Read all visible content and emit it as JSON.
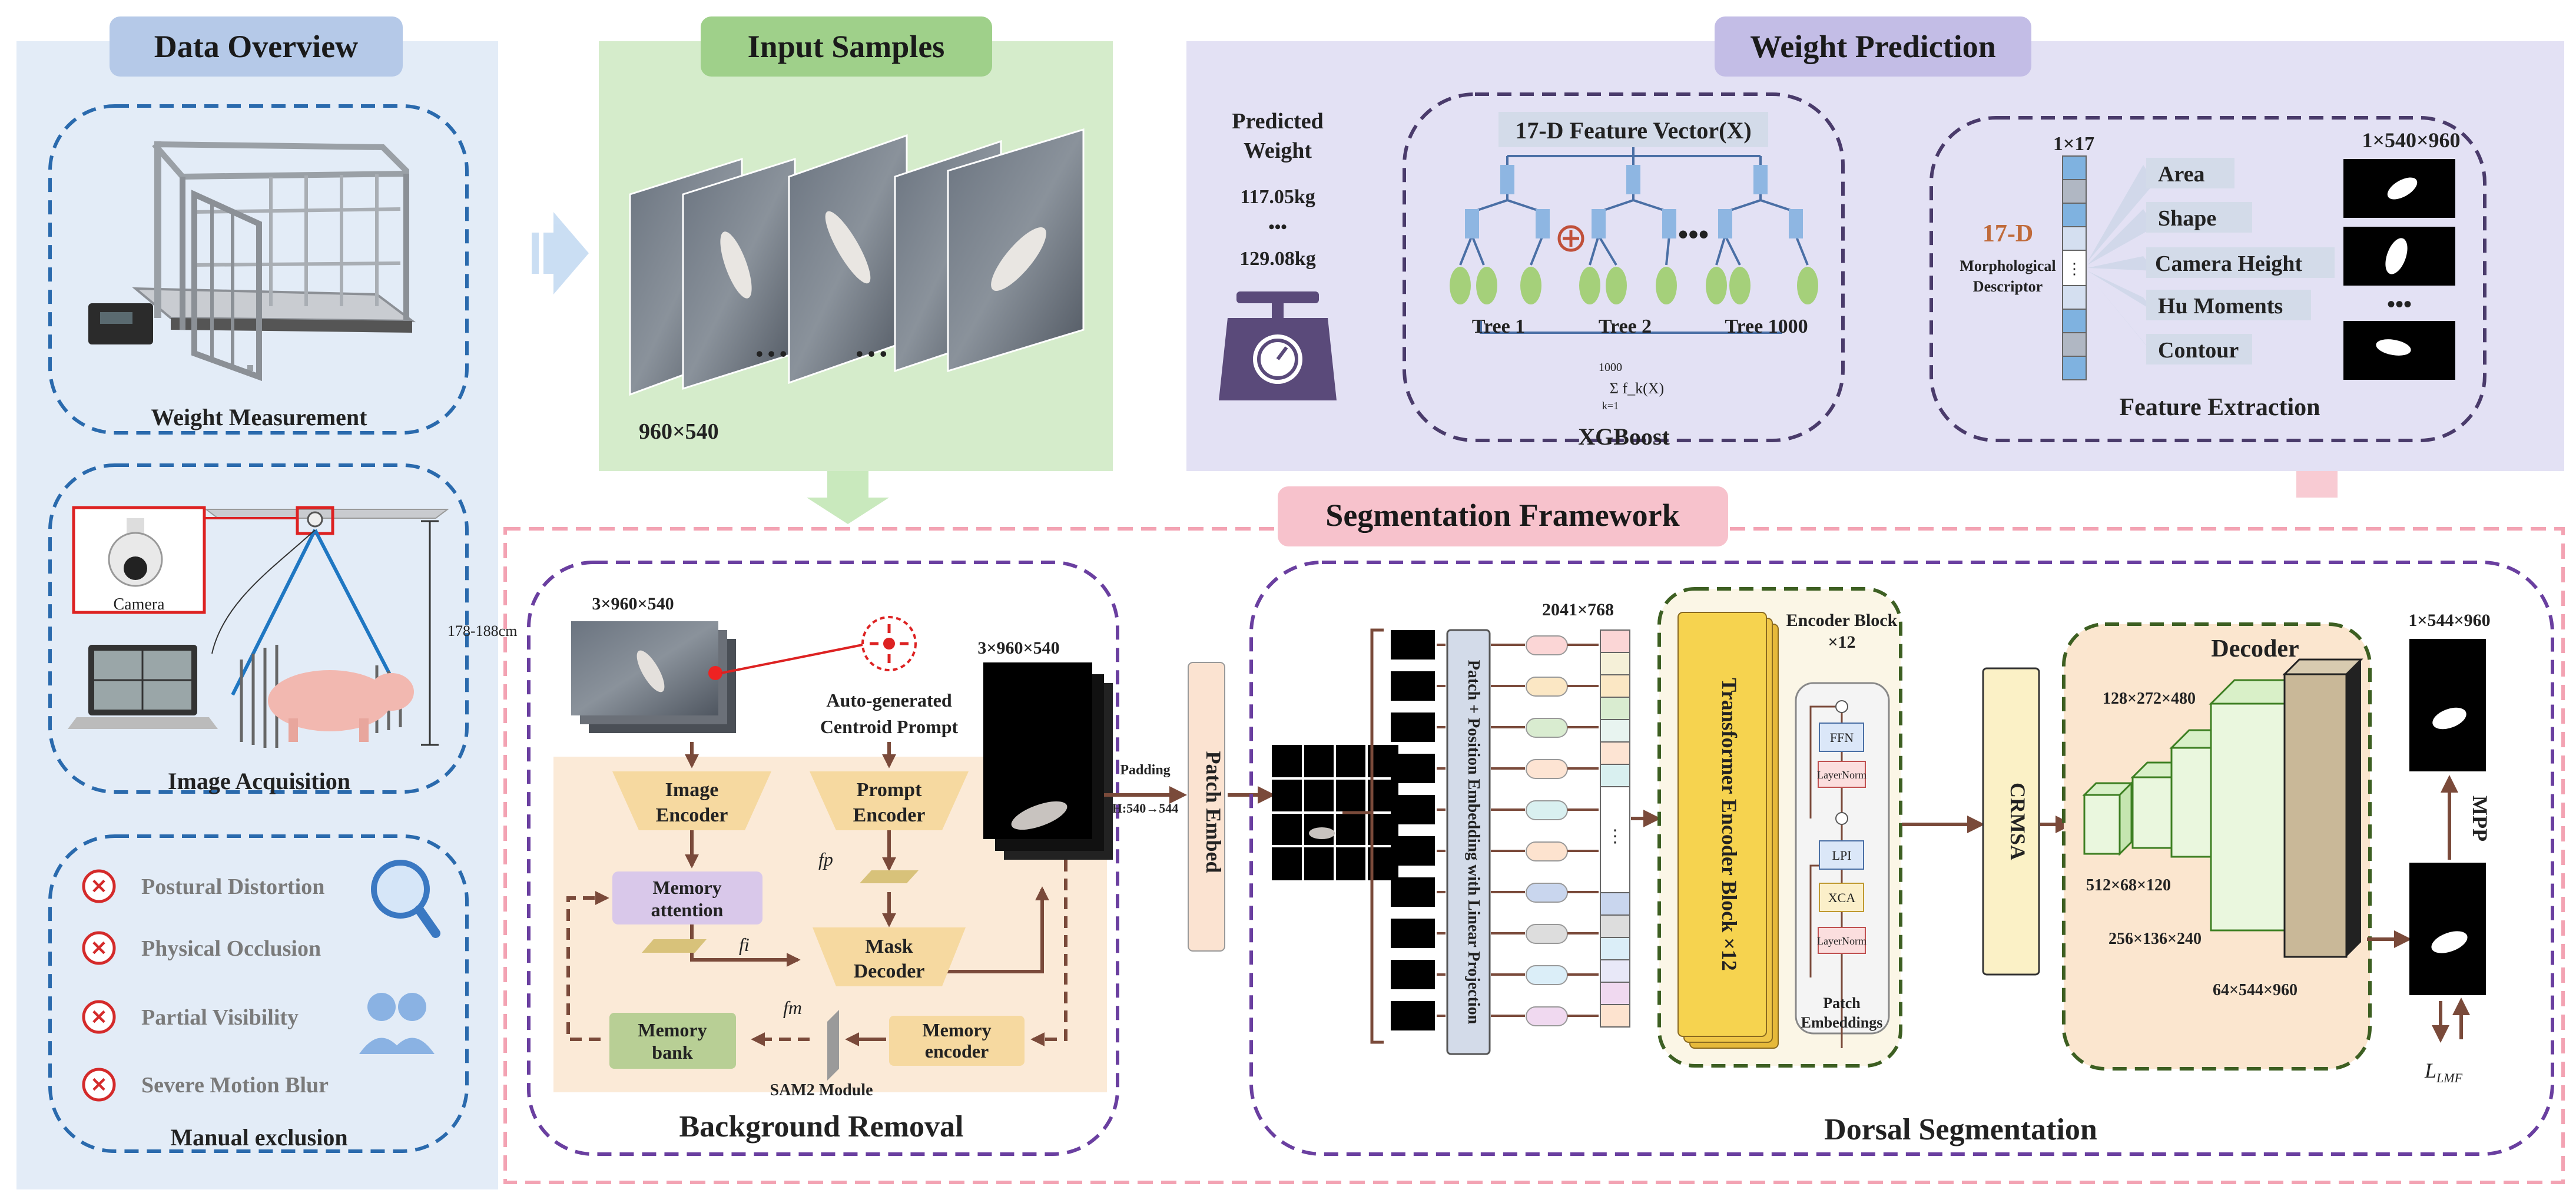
{
  "panels": {
    "data_overview": "Data Overview",
    "input_samples": "Input Samples",
    "weight_prediction": "Weight Prediction",
    "segmentation_framework": "Segmentation Framework"
  },
  "data_overview": {
    "weight_measurement": "Weight Measurement",
    "camera": "Camera",
    "height_range": "178-188cm",
    "image_acquisition": "Image Acquisition",
    "exclusions": [
      "Postural Distortion",
      "Physical Occlusion",
      "Partial Visibility",
      "Severe Motion Blur"
    ],
    "manual_exclusion": "Manual exclusion"
  },
  "input_samples": {
    "resolution": "960×540",
    "ellipsis": "…"
  },
  "weight_prediction": {
    "predicted_weight": [
      "Predicted",
      "Weight"
    ],
    "weights": [
      "117.05kg",
      "•••",
      "129.08kg"
    ],
    "feature_vector": "17-D Feature Vector(X)",
    "trees": [
      "Tree 1",
      "Tree 2",
      "Tree 1000"
    ],
    "sum_label": "Σ f_k(X)",
    "sum_upper": "1000",
    "sum_lower": "k=1",
    "xgboost": "XGBoost",
    "vector_dim": "1×17",
    "descriptor_17d": "17-D",
    "descriptor": [
      "Morphological",
      "Descriptor"
    ],
    "features": [
      "Area",
      "Shape",
      "Camera Height",
      "Hu Moments",
      "Contour"
    ],
    "mask_dim": "1×540×960",
    "feature_extraction": "Feature Extraction",
    "dots": "•••"
  },
  "background_removal": {
    "input_dim": "3×960×540",
    "prompt": [
      "Auto-generated",
      "Centroid Prompt"
    ],
    "image_encoder": [
      "Image",
      "Encoder"
    ],
    "prompt_encoder": [
      "Prompt",
      "Encoder"
    ],
    "memory_attention": [
      "Memory",
      "attention"
    ],
    "mask_decoder": [
      "Mask",
      "Decoder"
    ],
    "memory_bank": [
      "Memory",
      "bank"
    ],
    "memory_encoder": [
      "Memory",
      "encoder"
    ],
    "f_p": "fp",
    "f_i": "fi",
    "f_m": "fm",
    "sam2": "SAM2 Module",
    "output_dim": "3×960×540",
    "title": "Background Removal",
    "padding": "Padding",
    "padding_dim": "H:540→544"
  },
  "dorsal_segmentation": {
    "patch_embed": "Patch Embed",
    "linear_projection": "Patch + Position Embedding with Linear Projection",
    "tokens_dim": "2041×768",
    "encoder_block": [
      "Encoder Block",
      "×12"
    ],
    "transformer": "Transformer Encoder Block ×12",
    "block_layers": [
      "FFN",
      "LayerNorm",
      "LPI",
      "XCA",
      "LayerNorm"
    ],
    "patch_embeddings": [
      "Patch",
      "Embeddings"
    ],
    "crmsa": "CRMSA",
    "decoder": "Decoder",
    "dims": [
      "128×272×480",
      "512×68×120",
      "256×136×240",
      "64×544×960"
    ],
    "mask_out_dim": "1×544×960",
    "mpp": "MPP",
    "loss": "L",
    "loss_sub": "LMF",
    "title": "Dorsal Segmentation"
  },
  "colors": {
    "overview_bg": "#e3ecf7",
    "overview_title": "#b5c9e8",
    "input_bg": "#d5eccb",
    "input_title": "#9fd08a",
    "weight_bg": "#e3e1f4",
    "weight_title": "#c3bde6",
    "seg_title": "#f7c2cc",
    "orange_box": "#f6d9a0",
    "purple_box": "#d9c8ea",
    "green_box": "#b8cf95",
    "arrow": "#7a4a3a"
  }
}
